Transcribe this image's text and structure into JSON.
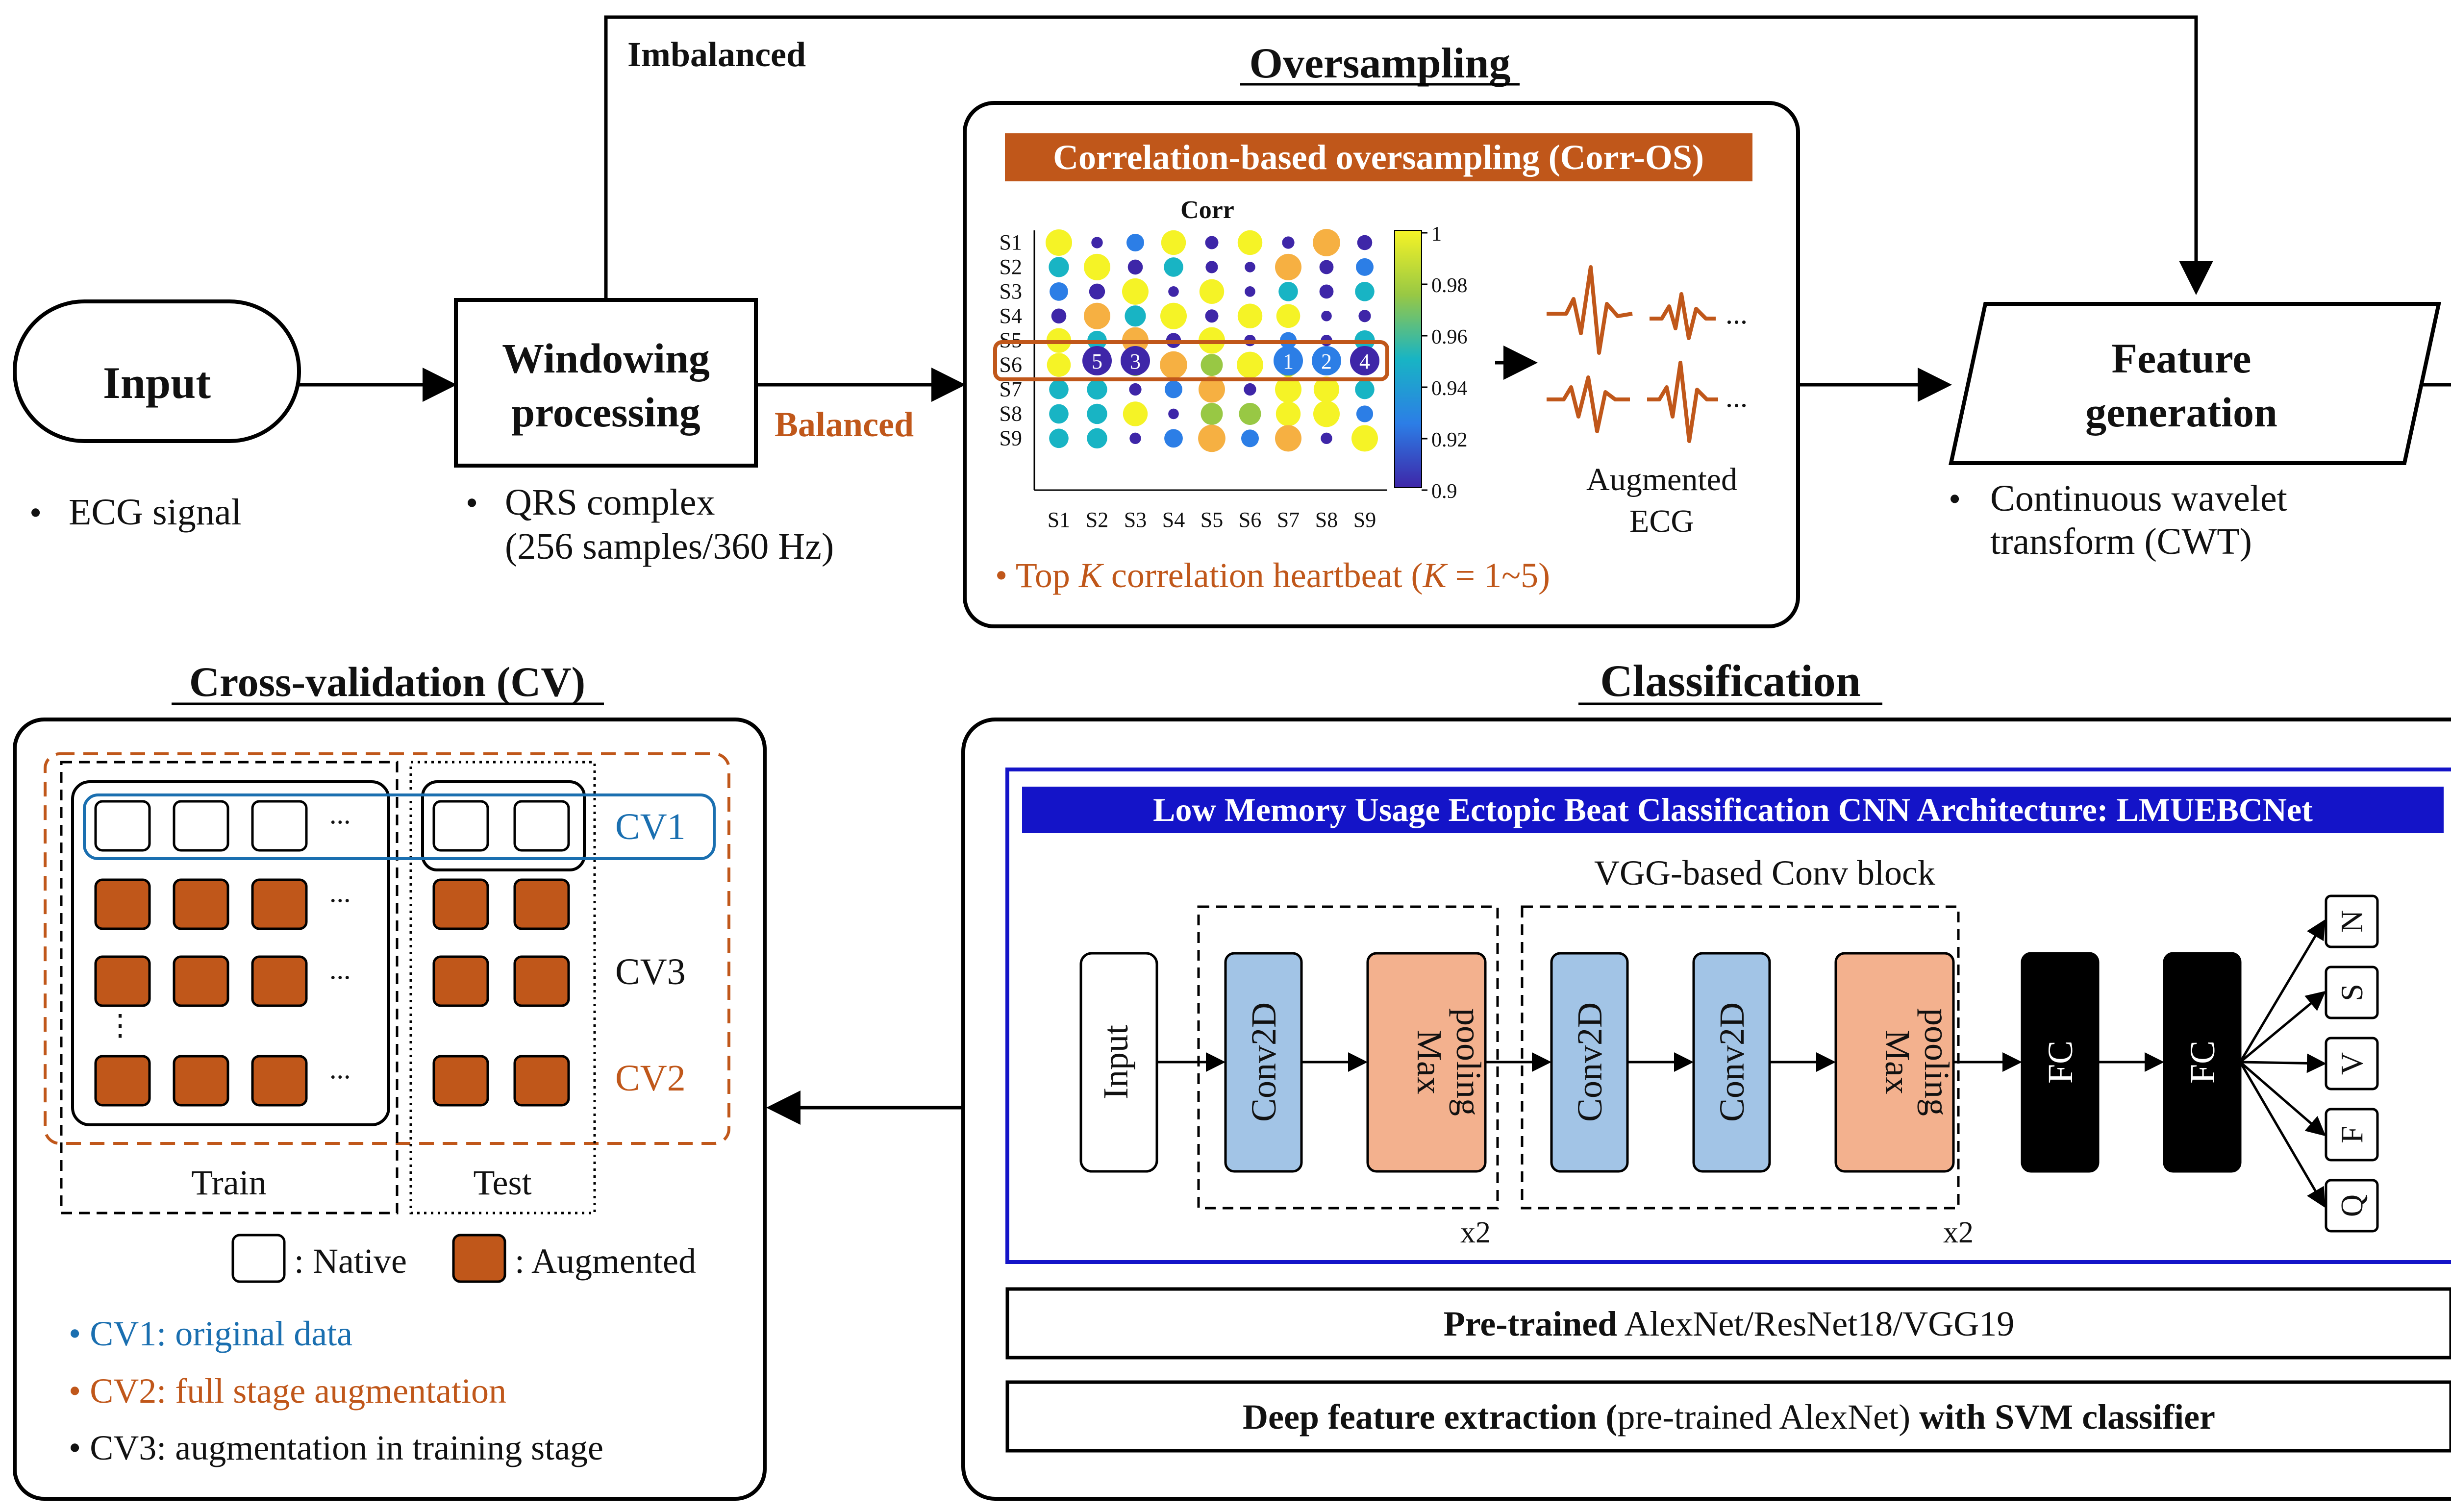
{
  "colors": {
    "orange": "#c0571a",
    "blue": "#1a6fb0",
    "navy": "#1414c8",
    "conv": "#a2c4e6",
    "pool": "#f3b18e",
    "black": "#000000"
  },
  "input": {
    "label": "Input",
    "bullet": "ECG signal"
  },
  "windowing": {
    "label_1": "Windowing",
    "label_2": "processing",
    "bullet_1": "QRS complex",
    "bullet_2": "(256 samples/360 Hz)"
  },
  "flow": {
    "imbalanced": "Imbalanced",
    "balanced": "Balanced"
  },
  "oversampling": {
    "title": "Oversampling",
    "banner": "Correlation-based oversampling (Corr-OS)",
    "corr_title": "Corr",
    "augmented_1": "Augmented",
    "augmented_2": "ECG",
    "ellipsis": "...",
    "note_pre": "Top",
    "note_k": "K",
    "note_mid": "correlation heartbeat (",
    "note_k2": "K",
    "note_post": "= 1~5)",
    "colorbar_ticks": [
      "1",
      "0.98",
      "0.96",
      "0.94",
      "0.92",
      "0.9"
    ],
    "axis_labels": [
      "S1",
      "S2",
      "S3",
      "S4",
      "S5",
      "S6",
      "S7",
      "S8",
      "S9"
    ],
    "ranks": [
      "5",
      "3",
      "1",
      "2",
      "4"
    ]
  },
  "feature": {
    "label_1": "Feature",
    "label_2": "generation",
    "bullet_1": "Continuous wavelet",
    "bullet_2": "transform (CWT)"
  },
  "classification": {
    "title": "Classification",
    "cnn_banner": "Low Memory Usage Ectopic Beat Classification CNN Architecture: LMUEBCNet",
    "vgg_label": "VGG-based Conv block",
    "layers": {
      "input": "Input",
      "conv": "Conv2D",
      "max": "Max",
      "pooling": "pooling",
      "fc": "FC"
    },
    "x2": "x2",
    "outputs": [
      "N",
      "S",
      "V",
      "F",
      "Q"
    ],
    "pretrained_bold": "Pre-trained",
    "pretrained_rest": "AlexNet/ResNet18/VGG19",
    "deep_bold_1": "Deep feature extraction (",
    "deep_rest": "pre-trained AlexNet)",
    "deep_bold_2": "with SVM classifier"
  },
  "cv": {
    "title": "Cross-validation (CV)",
    "cv1": "CV1",
    "cv2": "CV2",
    "cv3": "CV3",
    "train": "Train",
    "test": "Test",
    "legend_native": ": Native",
    "legend_augmented": ": Augmented",
    "ellipsis": "...",
    "vdots": "⋮",
    "notes": [
      "CV1: original data",
      "CV2: full stage augmentation",
      "CV3: augmentation in training stage"
    ]
  }
}
